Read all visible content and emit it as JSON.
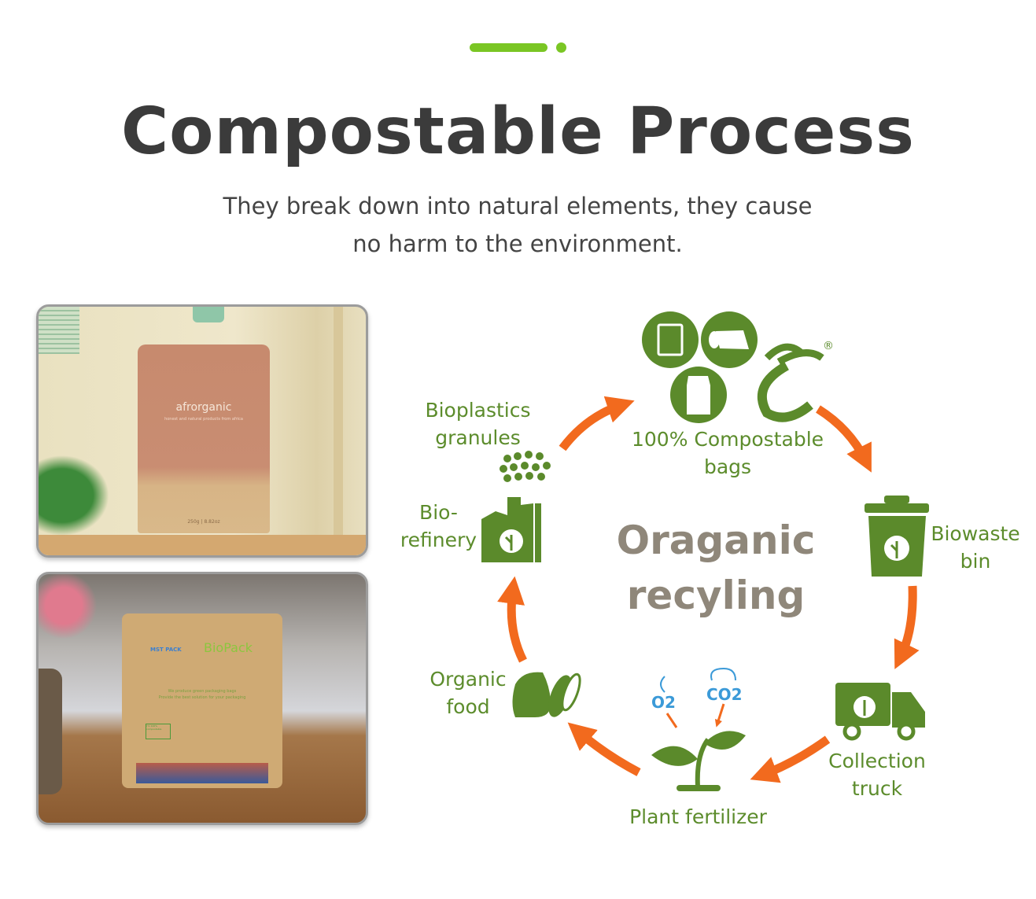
{
  "header": {
    "title": "Compostable Process",
    "subtitle_line1": "They break down into natural elements, they cause",
    "subtitle_line2": "no harm to the environment."
  },
  "photos": [
    {
      "brand": "afrorganic",
      "tagline": "honest and natural products from africa",
      "weight": "250g | 8.82oz"
    },
    {
      "brand": "MST PACK",
      "brand2": "BioPack",
      "line1": "We produce green packaging bags",
      "line2": "Provide the best solution for your packaging",
      "badge": "I'm 100% compostable"
    }
  ],
  "diagram": {
    "center_line1": "Oraganic",
    "center_line2": "recyling",
    "steps": [
      {
        "line1": "100% Compostable",
        "line2": "bags",
        "icon": "compostable-bags-icon"
      },
      {
        "line1": "Biowaste",
        "line2": "bin",
        "icon": "biowaste-bin-icon"
      },
      {
        "line1": "Collection",
        "line2": "truck",
        "icon": "collection-truck-icon"
      },
      {
        "line1": "Plant fertilizer",
        "icon": "plant-sprout-icon",
        "o2": "O2",
        "co2": "CO2"
      },
      {
        "line1": "Organic",
        "line2": "food",
        "icon": "organic-food-sack-icon"
      },
      {
        "line1": "Bio-",
        "line2": "refinery",
        "icon": "biorefinery-factory-icon"
      },
      {
        "line1": "Bioplastics",
        "line2": "granules",
        "icon": "granules-icon"
      }
    ],
    "colors": {
      "green": "#5c8c2c",
      "orange": "#f26a1e",
      "center_text": "#8f877a",
      "accent_bar": "#7ac624"
    }
  }
}
